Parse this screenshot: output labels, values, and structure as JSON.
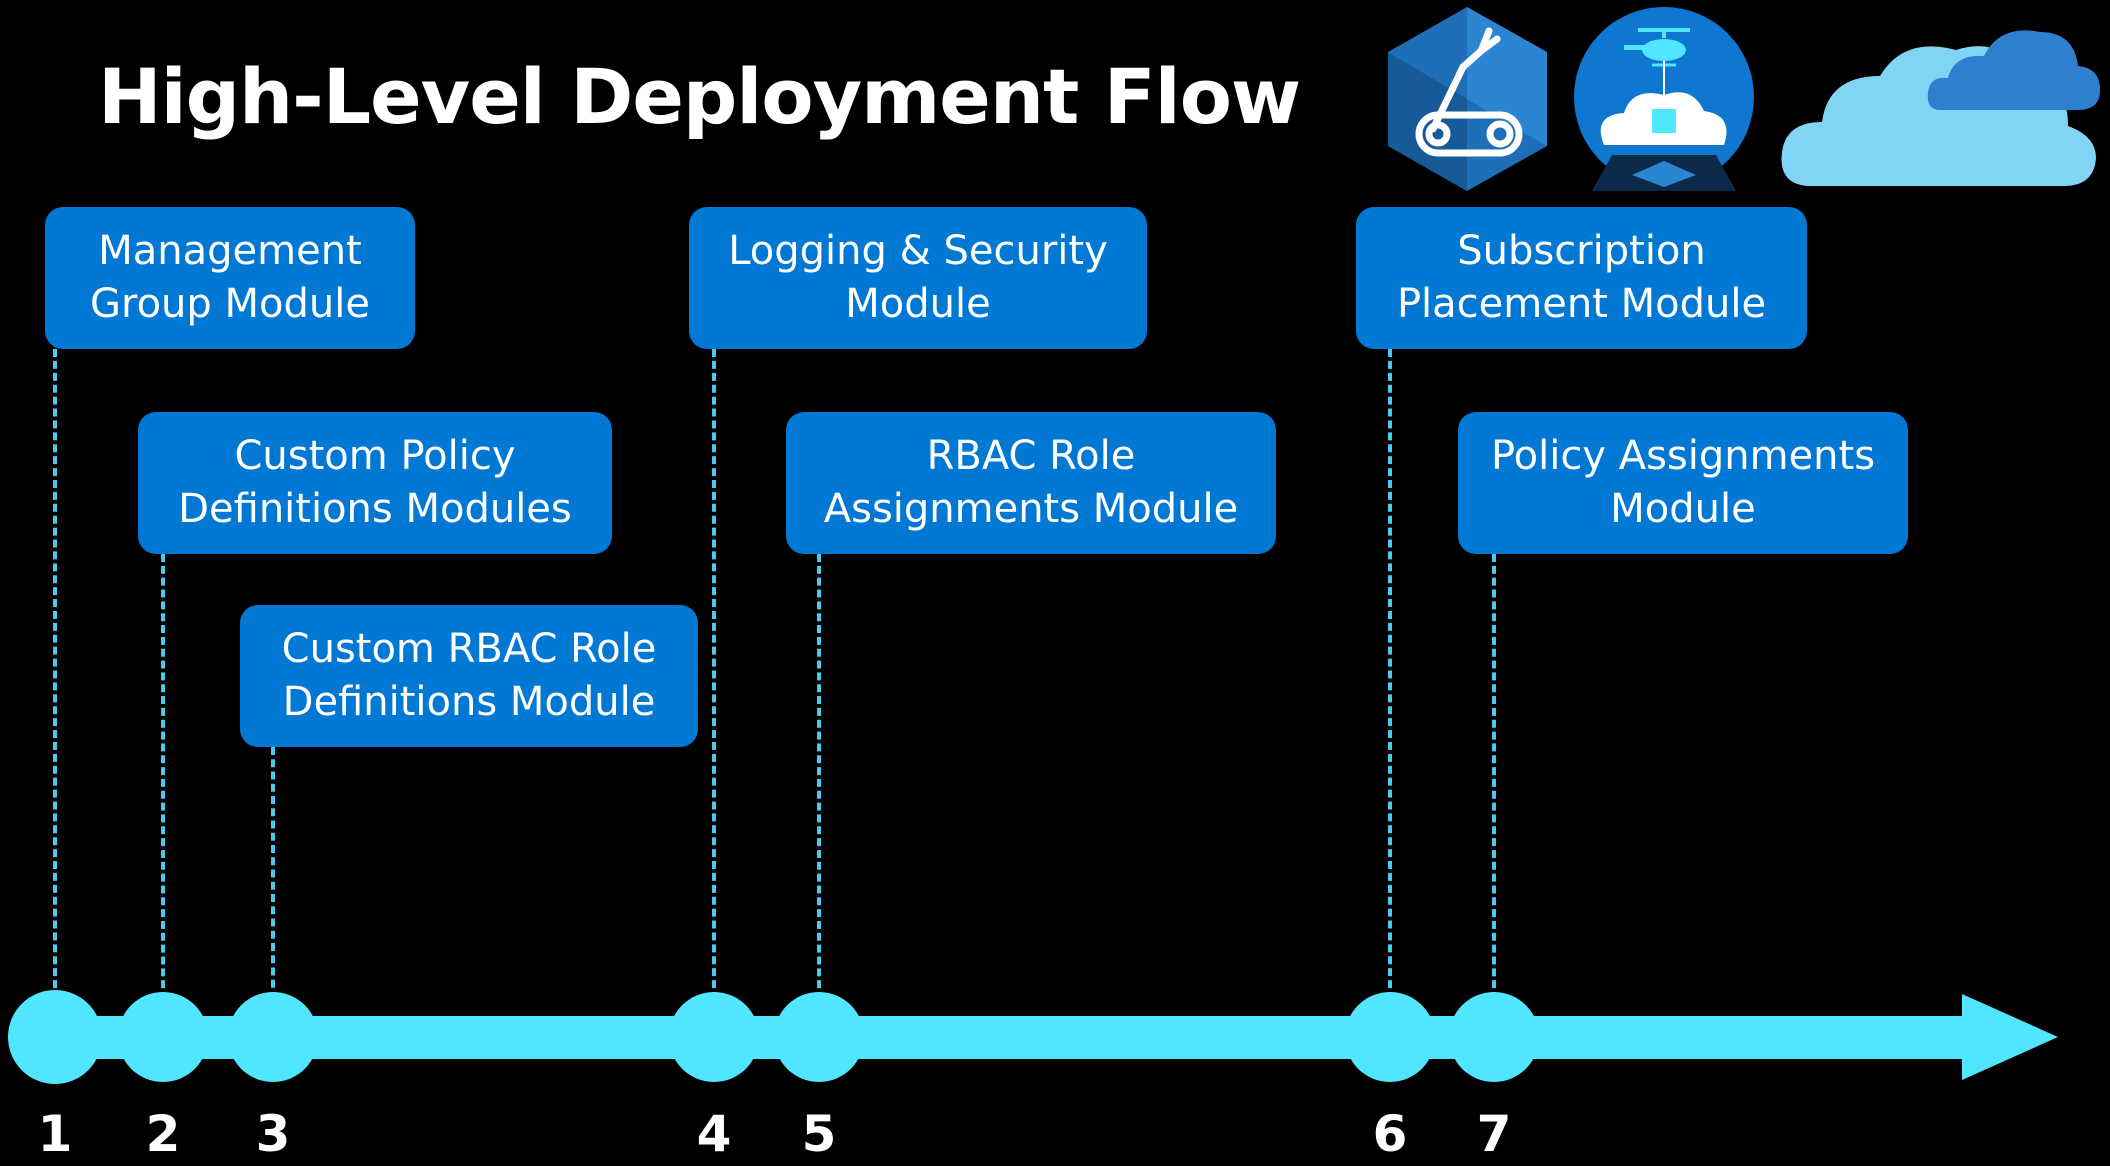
{
  "title": "High-Level Deployment Flow",
  "modules": [
    {
      "step": "1",
      "label": "Management\nGroup Module"
    },
    {
      "step": "2",
      "label": "Custom Policy\nDefinitions Modules"
    },
    {
      "step": "3",
      "label": "Custom RBAC Role\nDefinitions Module"
    },
    {
      "step": "4",
      "label": "Logging & Security\nModule"
    },
    {
      "step": "5",
      "label": "RBAC Role\nAssignments Module"
    },
    {
      "step": "6",
      "label": "Subscription\nPlacement Module"
    },
    {
      "step": "7",
      "label": "Policy Assignments\nModule"
    }
  ],
  "icons": [
    "blueprints-robot-arm-icon",
    "helicopter-cloud-deploy-icon",
    "cloud-icon"
  ],
  "colors": {
    "background": "#000000",
    "module_fill": "#0078d4",
    "timeline": "#50e6ff",
    "dash": "#4fc8ee",
    "text": "#ffffff"
  }
}
